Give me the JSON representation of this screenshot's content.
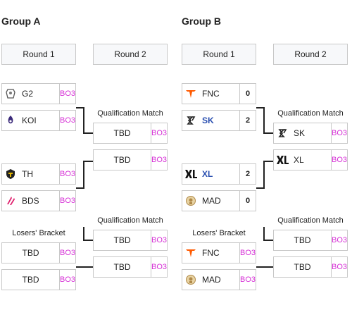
{
  "group_a": {
    "title": "Group A",
    "round1_label": "Round 1",
    "round2_label": "Round 2",
    "m1": [
      {
        "team": "G2",
        "score": "BO3",
        "logo": "g2-logo-icon"
      },
      {
        "team": "KOI",
        "score": "BO3",
        "logo": "koi-logo-icon"
      }
    ],
    "m2": [
      {
        "team": "TH",
        "score": "BO3",
        "logo": "th-logo-icon"
      },
      {
        "team": "BDS",
        "score": "BO3",
        "logo": "bds-logo-icon"
      }
    ],
    "qual1": {
      "label": "Qualification Match",
      "slots": [
        {
          "team": "TBD",
          "score": "BO3"
        },
        {
          "team": "TBD",
          "score": "BO3"
        }
      ]
    },
    "losers": {
      "label": "Losers' Bracket",
      "slots": [
        {
          "team": "TBD",
          "score": "BO3"
        },
        {
          "team": "TBD",
          "score": "BO3"
        }
      ]
    },
    "qual2": {
      "label": "Qualification Match",
      "slots": [
        {
          "team": "TBD",
          "score": "BO3"
        },
        {
          "team": "TBD",
          "score": "BO3"
        }
      ]
    }
  },
  "group_b": {
    "title": "Group B",
    "round1_label": "Round 1",
    "round2_label": "Round 2",
    "m1": [
      {
        "team": "FNC",
        "score": "0",
        "logo": "fnc-logo-icon"
      },
      {
        "team": "SK",
        "score": "2",
        "logo": "sk-logo-icon"
      }
    ],
    "m2": [
      {
        "team": "XL",
        "score": "2",
        "logo": "xl-logo-icon"
      },
      {
        "team": "MAD",
        "score": "0",
        "logo": "mad-logo-icon"
      }
    ],
    "qual1": {
      "label": "Qualification Match",
      "slots": [
        {
          "team": "SK",
          "score": "BO3",
          "logo": "sk-logo-icon"
        },
        {
          "team": "XL",
          "score": "BO3",
          "logo": "xl-logo-icon"
        }
      ]
    },
    "losers": {
      "label": "Losers' Bracket",
      "slots": [
        {
          "team": "FNC",
          "score": "BO3",
          "logo": "fnc-logo-icon"
        },
        {
          "team": "MAD",
          "score": "BO3",
          "logo": "mad-logo-icon"
        }
      ]
    },
    "qual2": {
      "label": "Qualification Match",
      "slots": [
        {
          "team": "TBD",
          "score": "BO3"
        },
        {
          "team": "TBD",
          "score": "BO3"
        }
      ]
    }
  },
  "colors": {
    "bo3": "#d62fd6",
    "winner_text": "#2a4fb0",
    "fnc_orange": "#ff5a00",
    "connector": "#222222"
  }
}
